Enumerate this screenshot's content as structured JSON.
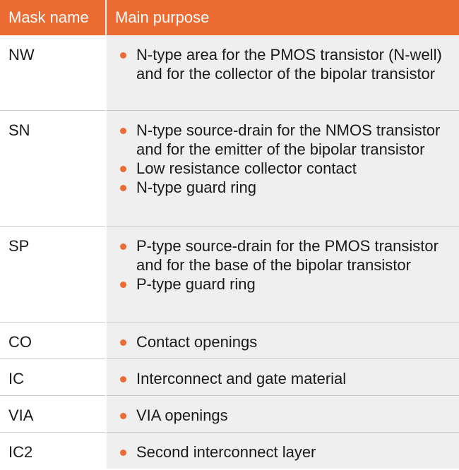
{
  "header": {
    "mask_name": "Mask name",
    "main_purpose": "Main purpose"
  },
  "accent_color": "#ec6b33",
  "rows": [
    {
      "mask": "NW",
      "purposes": [
        "N-type area for the PMOS transistor (N-well) and for the collector of the bipolar transistor"
      ]
    },
    {
      "mask": "SN",
      "purposes": [
        "N-type source-drain for the NMOS transistor and for the emitter of the bipolar transistor",
        "Low resistance collector contact",
        "N-type guard ring"
      ]
    },
    {
      "mask": "SP",
      "purposes": [
        "P-type source-drain for the PMOS transistor and for the base of the bipolar transistor",
        "P-type guard ring"
      ]
    },
    {
      "mask": "CO",
      "purposes": [
        "Contact openings"
      ]
    },
    {
      "mask": "IC",
      "purposes": [
        "Interconnect and gate material"
      ]
    },
    {
      "mask": "VIA",
      "purposes": [
        "VIA openings"
      ]
    },
    {
      "mask": "IC2",
      "purposes": [
        "Second interconnect layer"
      ]
    }
  ]
}
